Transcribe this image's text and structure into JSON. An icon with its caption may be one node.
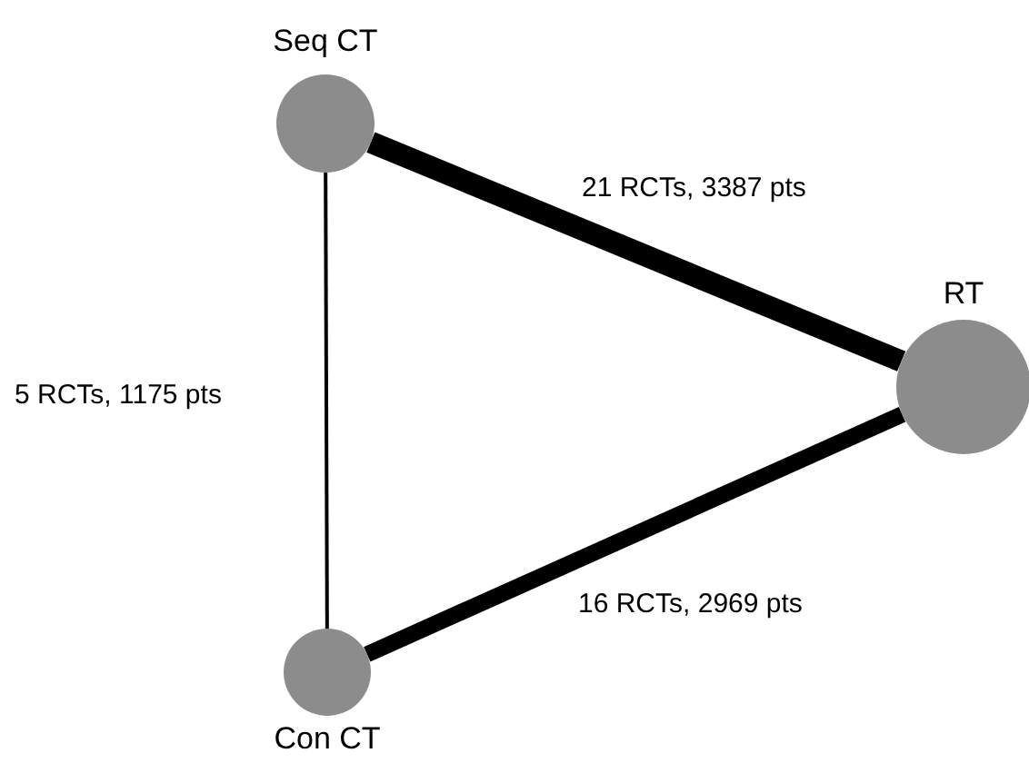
{
  "diagram": {
    "nodes": [
      {
        "text": [
          "Seq CT"
        ]
      },
      {
        "text": [
          "RT"
        ]
      },
      {
        "text": [
          "Con CT"
        ]
      }
    ],
    "edges": [
      {
        "from": 0,
        "to": 1,
        "arrow": "none",
        "label": "21 RCTs, 3387 pts"
      },
      {
        "from": 0,
        "to": 2,
        "arrow": "none",
        "label": "5 RCTs, 1175 pts"
      },
      {
        "from": 1,
        "to": 2,
        "arrow": "none",
        "label": "16 RCTs, 2969 pts"
      }
    ]
  }
}
